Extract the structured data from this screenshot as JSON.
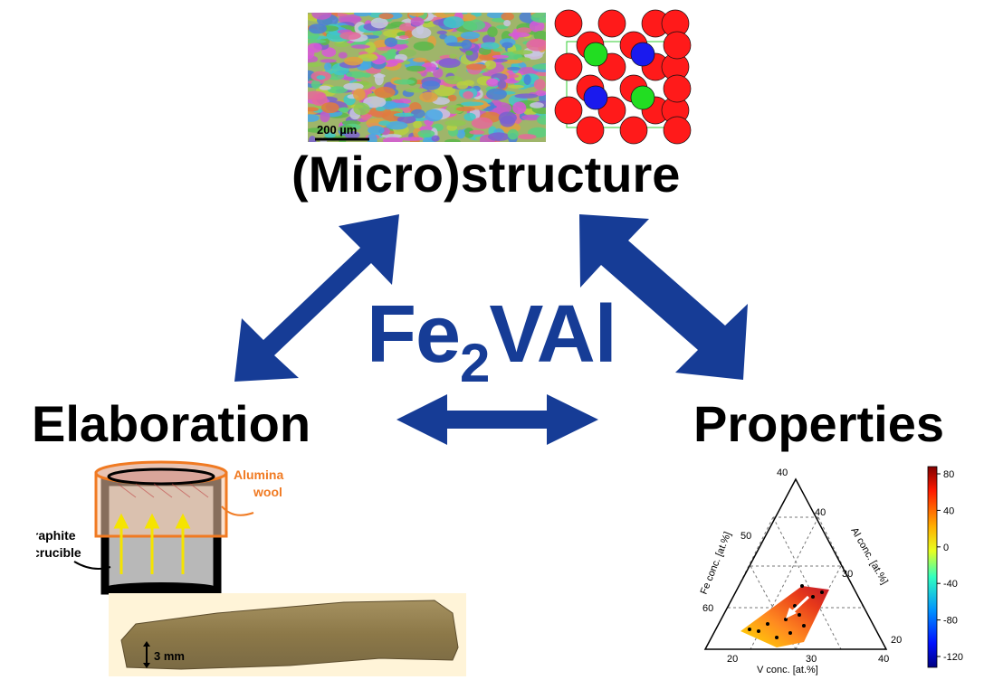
{
  "diagram": {
    "center_prefix": "Fe",
    "center_sub": "2",
    "center_suffix": "VAl",
    "nodes": {
      "top": "(Micro)structure",
      "left": "Elaboration",
      "right": "Properties"
    }
  },
  "micrograph": {
    "scale_bar": "200 µm"
  },
  "setup": {
    "alumina_line1": "Alumina",
    "alumina_line2": "wool",
    "graphite_line1": "Graphite",
    "graphite_line2": "crucible",
    "sample_scale": "3 mm"
  },
  "ternary": {
    "fe_axis": "Fe conc. [at.%]",
    "al_axis": "Al conc. [at.%]",
    "v_axis": "V conc. [at.%]",
    "fe_ticks": [
      "50",
      "60"
    ],
    "al_ticks": [
      "40",
      "30",
      "20"
    ],
    "v_ticks": [
      "20",
      "30",
      "40"
    ],
    "apex_tick": "40",
    "colorbar_ticks": [
      "80",
      "40",
      "0",
      "-40",
      "-80",
      "-120"
    ]
  },
  "colors": {
    "arrow": "#163c96",
    "alumina": "#f07a22",
    "glow_arrow": "#f5e400"
  }
}
